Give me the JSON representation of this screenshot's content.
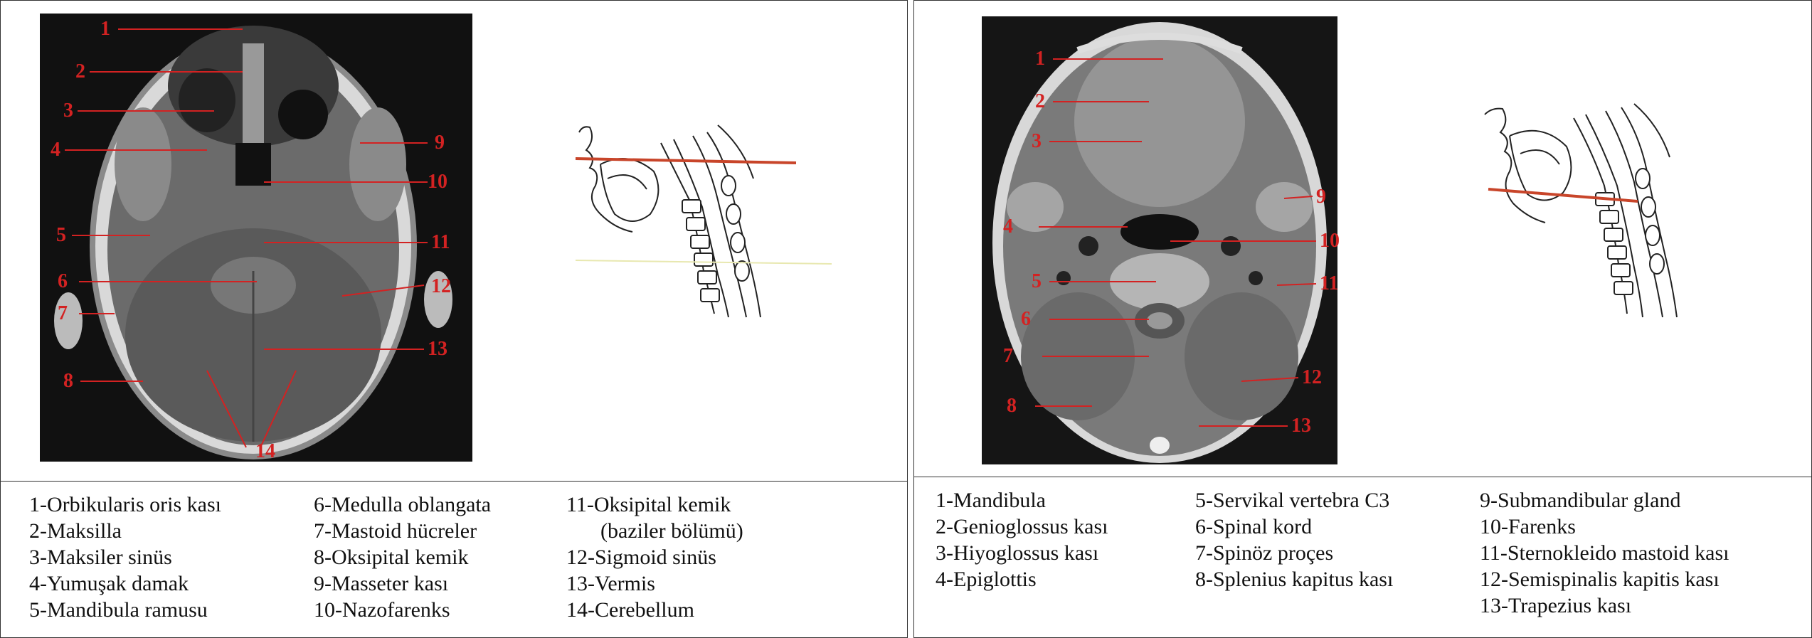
{
  "left_panel": {
    "mri_numbers": [
      "1",
      "2",
      "3",
      "4",
      "5",
      "6",
      "7",
      "8",
      "9",
      "10",
      "11",
      "12",
      "13",
      "14"
    ],
    "legend": {
      "col1": [
        "1-Orbikularis oris kası",
        "2-Maksilla",
        "3-Maksiler sinüs",
        "4-Yumuşak damak",
        "5-Mandibula ramusu"
      ],
      "col2": [
        "6-Medulla oblangata",
        "7-Mastoid hücreler",
        "8-Oksipital kemik",
        "9-Masseter kası",
        "10-Nazofarenks"
      ],
      "col3": [
        "11-Oksipital kemik",
        "(baziler bölümü)",
        "12-Sigmoid sinüs",
        "13-Vermis",
        "14-Cerebellum"
      ]
    }
  },
  "right_panel": {
    "mri_numbers": [
      "1",
      "2",
      "3",
      "4",
      "5",
      "6",
      "7",
      "8",
      "9",
      "10",
      "11",
      "12",
      "13"
    ],
    "legend": {
      "col1": [
        "1-Mandibula",
        "2-Genioglossus kası",
        "3-Hiyoglossus kası",
        "4-Epiglottis"
      ],
      "col2": [
        "5-Servikal vertebra C3",
        "6-Spinal kord",
        "7-Spinöz proçes",
        "8-Splenius kapitus kası"
      ],
      "col3": [
        "9-Submandibular gland",
        "10-Farenks",
        "11-Sternokleido mastoid kası",
        "12-Semispinalis kapitis kası",
        "13-Trapezius kası"
      ]
    }
  },
  "colors": {
    "label_red": "#d32222",
    "cut_line": "#c8452a",
    "faint_line": "#e8e8b0"
  }
}
